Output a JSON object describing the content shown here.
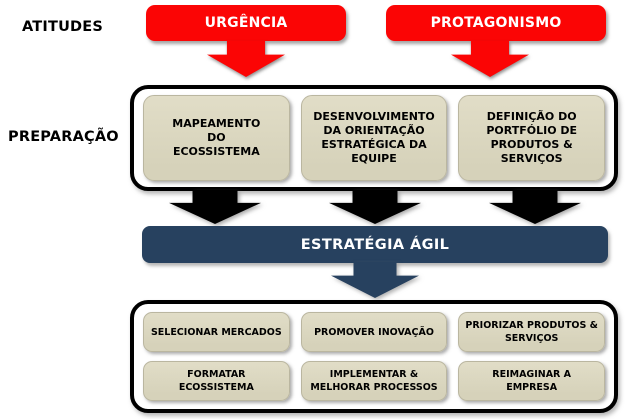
{
  "labels": {
    "atitudes": "ATITUDES",
    "preparacao": "PREPARAÇÃO"
  },
  "atitudes": {
    "boxes": [
      {
        "label": "URGÊNCIA"
      },
      {
        "label": "PROTAGONISMO"
      }
    ]
  },
  "preparacao": {
    "boxes": [
      {
        "label": "MAPEAMENTO\nDO\nECOSSISTEMA"
      },
      {
        "label": "DESENVOLVIMENTO\nDA ORIENTAÇÃO\nESTRATÉGICA DA\nEQUIPE"
      },
      {
        "label": "DEFINIÇÃO DO\nPORTFÓLIO DE\nPRODUTOS &\nSERVIÇOS"
      }
    ]
  },
  "estrategia": {
    "label": "ESTRATÉGIA ÁGIL"
  },
  "acoes": {
    "boxes": [
      {
        "label": "SELECIONAR MERCADOS"
      },
      {
        "label": "PROMOVER INOVAÇÃO"
      },
      {
        "label": "PRIORIZAR PRODUTOS &\nSERVIÇOS"
      },
      {
        "label": "FORMATAR\nECOSSISTEMA"
      },
      {
        "label": "IMPLEMENTAR &\nMELHORAR PROCESSOS"
      },
      {
        "label": "REIMAGINAR A\nEMPRESA"
      }
    ]
  },
  "colors": {
    "attitude_red": "#FB0505",
    "strategy_navy": "#27415F",
    "task_tan": "#D6D2BA",
    "outline_black": "#000000"
  }
}
